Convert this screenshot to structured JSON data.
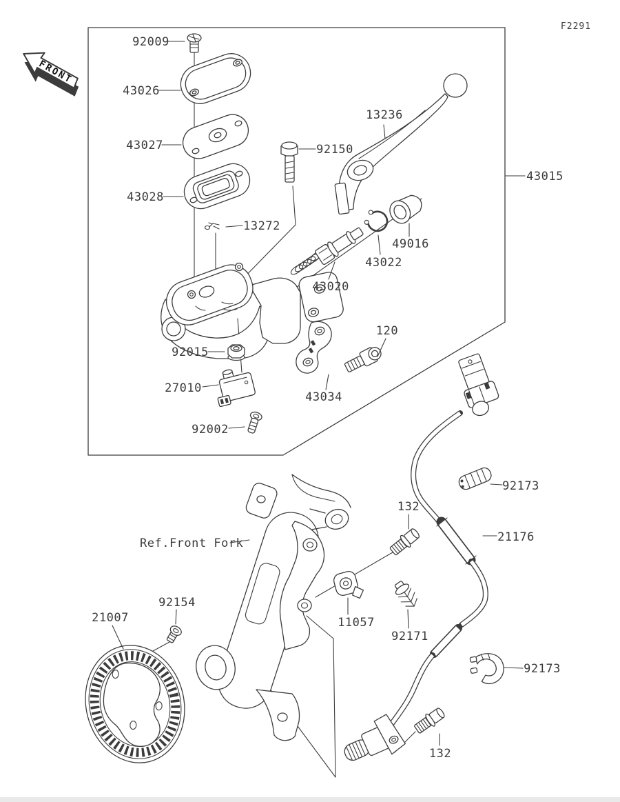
{
  "diagram": {
    "code": "F2291",
    "front_marker": "FRONT",
    "labels": [
      {
        "id": "f2291",
        "text": "F2291"
      },
      {
        "id": "92009",
        "text": "92009"
      },
      {
        "id": "43026",
        "text": "43026"
      },
      {
        "id": "43027",
        "text": "43027"
      },
      {
        "id": "43028",
        "text": "43028"
      },
      {
        "id": "13272",
        "text": "13272"
      },
      {
        "id": "92150",
        "text": "92150"
      },
      {
        "id": "13236",
        "text": "13236"
      },
      {
        "id": "43015",
        "text": "43015"
      },
      {
        "id": "49016",
        "text": "49016"
      },
      {
        "id": "43022",
        "text": "43022"
      },
      {
        "id": "43020",
        "text": "43020"
      },
      {
        "id": "92015",
        "text": "92015"
      },
      {
        "id": "27010",
        "text": "27010"
      },
      {
        "id": "92002",
        "text": "92002"
      },
      {
        "id": "43034",
        "text": "43034"
      },
      {
        "id": "120",
        "text": "120"
      },
      {
        "id": "92173-upper",
        "text": "92173"
      },
      {
        "id": "21176",
        "text": "21176"
      },
      {
        "id": "132-upper",
        "text": "132"
      },
      {
        "id": "11057",
        "text": "11057"
      },
      {
        "id": "92171",
        "text": "92171"
      },
      {
        "id": "92173-lower",
        "text": "92173"
      },
      {
        "id": "132-lower",
        "text": "132"
      },
      {
        "id": "92154",
        "text": "92154"
      },
      {
        "id": "21007",
        "text": "21007"
      },
      {
        "id": "ref-front-fork",
        "text": "Ref.Front Fork"
      }
    ]
  },
  "colors": {
    "line": "#3c3c3c",
    "text": "#3a3a3a",
    "background": "#ffffff",
    "footer_strip": "#e9e9e9"
  }
}
